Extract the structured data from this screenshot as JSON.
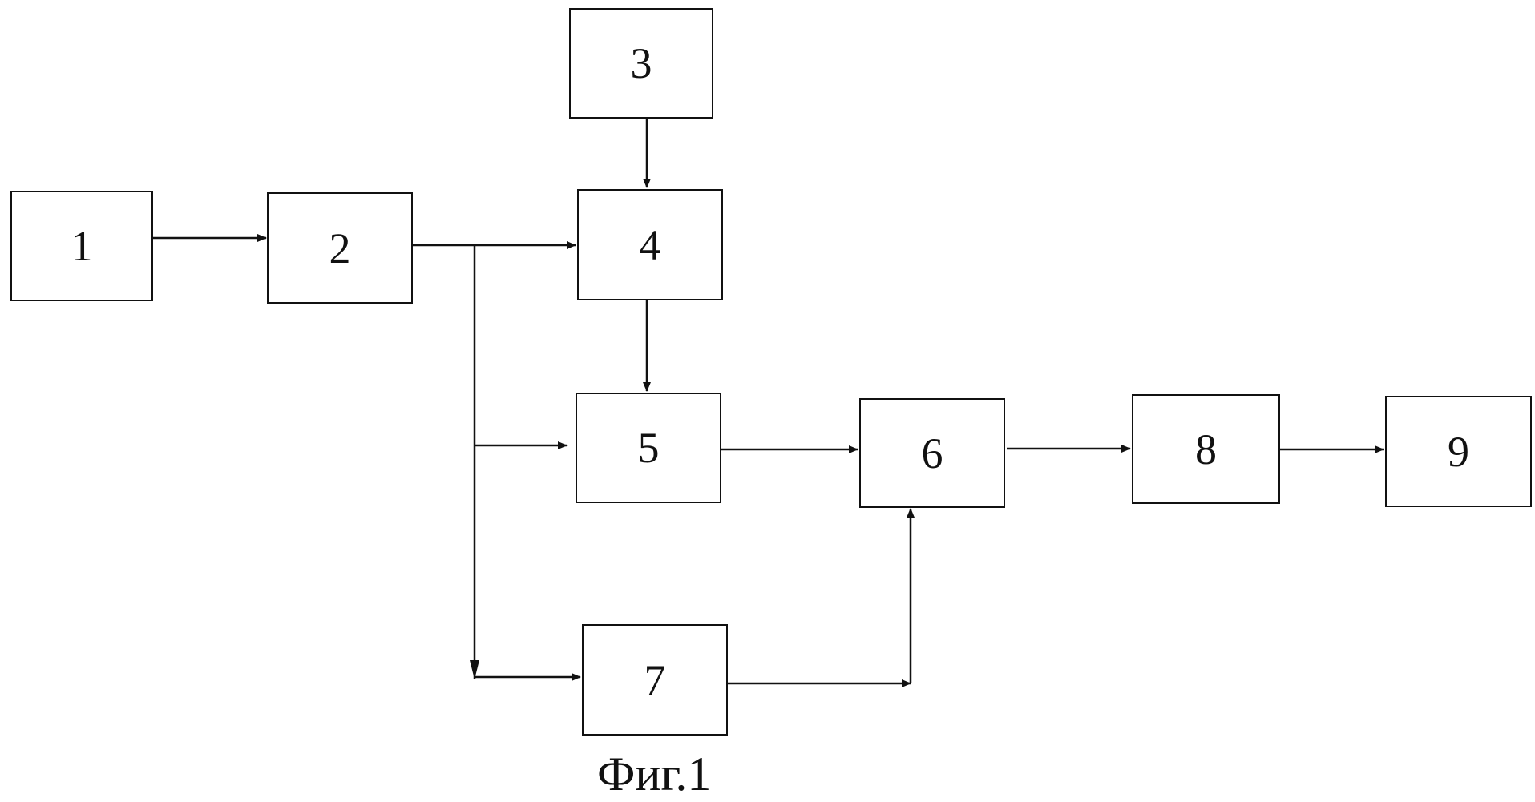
{
  "blocks": [
    {
      "id": "1",
      "label": "1"
    },
    {
      "id": "2",
      "label": "2"
    },
    {
      "id": "3",
      "label": "3"
    },
    {
      "id": "4",
      "label": "4"
    },
    {
      "id": "5",
      "label": "5"
    },
    {
      "id": "6",
      "label": "6"
    },
    {
      "id": "7",
      "label": "7"
    },
    {
      "id": "8",
      "label": "8"
    },
    {
      "id": "9",
      "label": "9"
    }
  ],
  "connections": [
    {
      "from": "1",
      "to": "2"
    },
    {
      "from": "2",
      "to": "4"
    },
    {
      "from": "2",
      "to": "5"
    },
    {
      "from": "2",
      "to": "7"
    },
    {
      "from": "3",
      "to": "4"
    },
    {
      "from": "4",
      "to": "5"
    },
    {
      "from": "5",
      "to": "6"
    },
    {
      "from": "7",
      "to": "6"
    },
    {
      "from": "6",
      "to": "8"
    },
    {
      "from": "8",
      "to": "9"
    }
  ],
  "caption": "Фиг.1"
}
